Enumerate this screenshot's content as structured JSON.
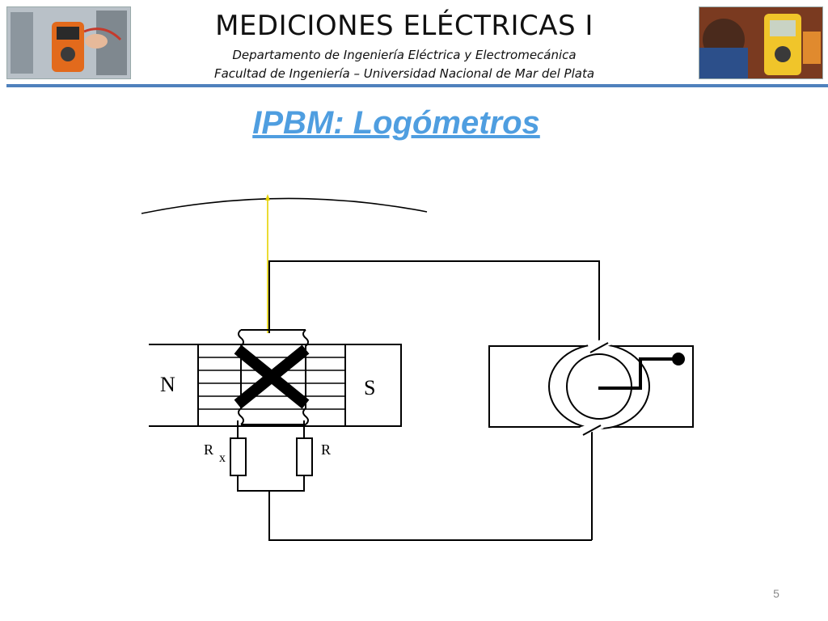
{
  "header": {
    "title": "MEDICIONES ELÉCTRICAS I",
    "department": "Departamento de Ingeniería Eléctrica y Electromecánica",
    "faculty": "Facultad de Ingeniería – Universidad Nacional de Mar del Plata"
  },
  "slide": {
    "title": "IPBM: Logómetros",
    "page_number": "5"
  },
  "diagram": {
    "magnet_north_label": "N",
    "magnet_south_label": "S",
    "resistor_x_label_main": "R",
    "resistor_x_label_sub": "x",
    "resistor_label": "R"
  },
  "colors": {
    "accent_rule": "#4f81bd",
    "title_blue": "#4f9ee0",
    "pointer_yellow": "#e6d200"
  }
}
